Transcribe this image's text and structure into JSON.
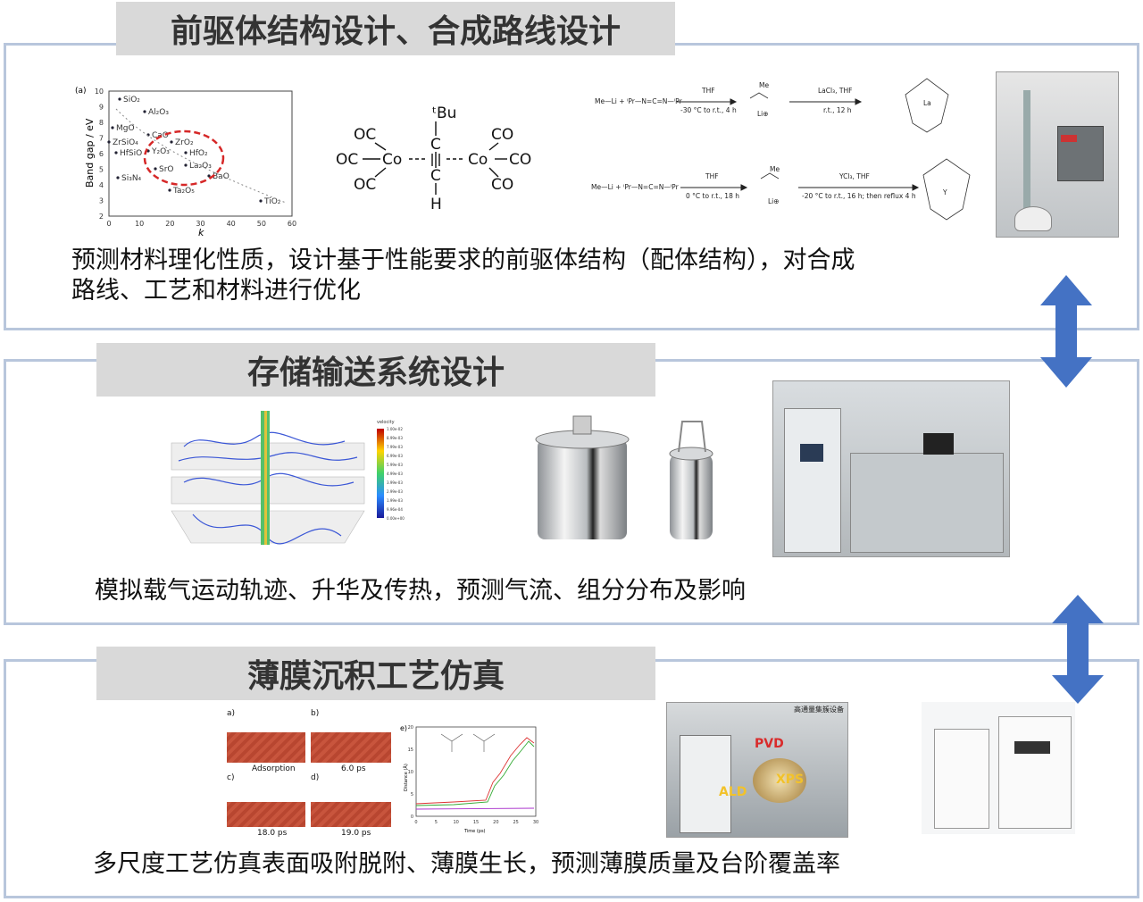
{
  "section1": {
    "title": "前驱体结构设计、合成路线设计",
    "description_line1": "预测材料理化性质，设计基于性能要求的前驱体结构（配体结构），对合成",
    "description_line2": "路线、工艺和材料进行优化",
    "bandgap_chart": {
      "panel_label": "(a)",
      "ylabel": "Band gap / eV",
      "xlabel": "k",
      "x_ticks": [
        "0",
        "10",
        "20",
        "30",
        "40",
        "50",
        "60"
      ],
      "y_ticks": [
        "2",
        "3",
        "4",
        "5",
        "6",
        "7",
        "8",
        "9",
        "10"
      ],
      "labels": [
        "SiO₂",
        "Al₂O₃",
        "MgO",
        "CaO",
        "ZrSiO₄",
        "ZrO₂",
        "HfSiO",
        "Y₂O₃",
        "HfO₂",
        "La₂O₃",
        "Si₃N₄",
        "SrO",
        "Ta₂O₅",
        "BaO",
        "TiO₂"
      ]
    },
    "molecule": {
      "tbu": "ᵗBu",
      "co": "Co",
      "oc": "OC",
      "co_lig": "CO",
      "c": "C",
      "h": "H"
    },
    "synthesis": {
      "reagent_meli": "Me—Li  +",
      "carbodiimide": "ⁱPr—N=C=N—ⁱPr",
      "thf": "THF",
      "cond1_top": "-30 °C to r.t., 4 h",
      "cond1_bot": "0 °C to r.t., 18 h",
      "lacl3": "LaCl₃, THF",
      "lacl3_cond": "r.t., 12 h",
      "ycl3": "YCl₃, THF",
      "ycl3_cond": "-20 °C to r.t., 16 h; then reflux 4 h",
      "li": "Li⊕",
      "me": "Me",
      "ipr": "ⁱPr",
      "la": "La",
      "y": "Y"
    }
  },
  "section2": {
    "title": "存储输送系统设计",
    "description": "模拟载气运动轨迹、升华及传热，预测气流、组分分布及影响",
    "legend_ticks": [
      "1.00e-02",
      "8.99e-03",
      "7.99e-03",
      "6.99e-03",
      "5.99e-03",
      "4.99e-03",
      "3.99e-03",
      "2.99e-03",
      "1.99e-03",
      "9.96e-04",
      "0.00e+00"
    ]
  },
  "section3": {
    "title": "薄膜沉积工艺仿真",
    "description": "多尺度工艺仿真表面吸附脱附、薄膜生长，预测薄膜质量及台阶覆盖率",
    "md_panels": [
      {
        "tag": "a)",
        "caption": "Adsorption"
      },
      {
        "tag": "b)",
        "caption": "6.0 ps"
      },
      {
        "tag": "c)",
        "caption": "18.0 ps"
      },
      {
        "tag": "d)",
        "caption": "19.0 ps"
      }
    ],
    "distance_plot": {
      "tag": "e)",
      "xlabel": "Time (ps)",
      "ylabel": "Distance (Å)",
      "x_ticks": [
        "0",
        "5",
        "10",
        "15",
        "20",
        "25",
        "30"
      ],
      "y_ticks": [
        "0",
        "5",
        "10",
        "15",
        "20"
      ]
    },
    "equipment_photo": {
      "header": "高通量集簇设备",
      "label_pvd": "PVD",
      "label_ald": "ALD",
      "label_xps": "XPS"
    }
  },
  "colors": {
    "panel_border": "#b8c6dc",
    "title_bg": "#d9d9d9",
    "arrow": "#4472c4",
    "highlight_circle": "#d62828"
  }
}
